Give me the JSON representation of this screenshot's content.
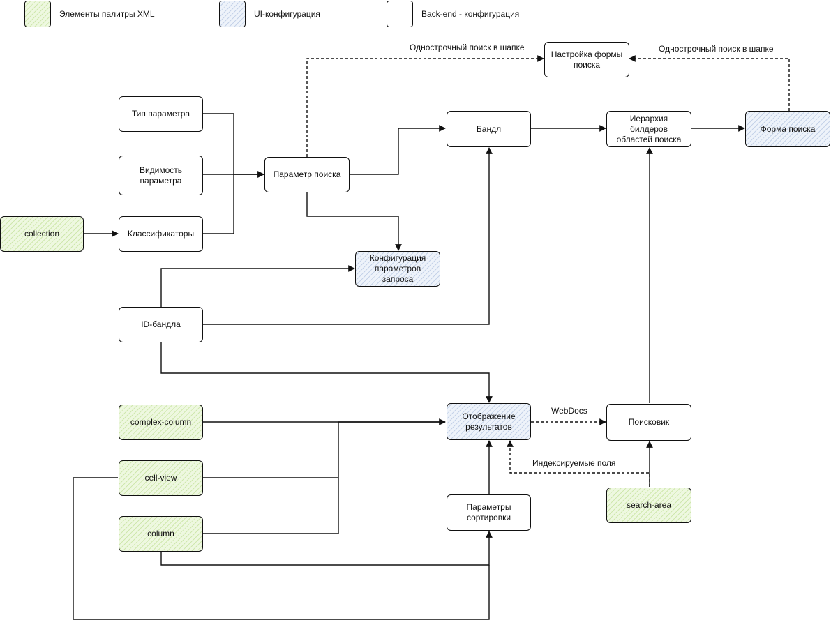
{
  "legend": {
    "xml": "Элементы палитры XML",
    "ui": "UI-конфигурация",
    "backend": "Back-end - конфигурация"
  },
  "nodes": {
    "search_form_setup": "Настройка формы поиска",
    "param_type": "Тип параметра",
    "param_visibility": "Видимость параметра",
    "collection": "collection",
    "classifiers": "Классификаторы",
    "search_param": "Параметр поиска",
    "bundle": "Бандл",
    "builder_hierarchy": "Иерархия билдеров областей поиска",
    "search_form": "Форма поиска",
    "query_param_config": "Конфигурация параметров запроса",
    "bundle_id": "ID-бандла",
    "complex_column": "complex-column",
    "cell_view": "cell-view",
    "column": "column",
    "results_display": "Отображение результатов",
    "search_engine": "Поисковик",
    "sort_params": "Параметры сортировки",
    "search_area": "search-area"
  },
  "edge_labels": {
    "one_line_search_left": "Однострочный поиск в шапке",
    "one_line_search_right": "Однострочный поиск в шапке",
    "webdocs": "WebDocs",
    "indexed_fields": "Индексируемые поля"
  },
  "colors": {
    "xml_fill": "#eef8e0",
    "ui_fill": "#eef3fa",
    "stroke": "#111111"
  }
}
